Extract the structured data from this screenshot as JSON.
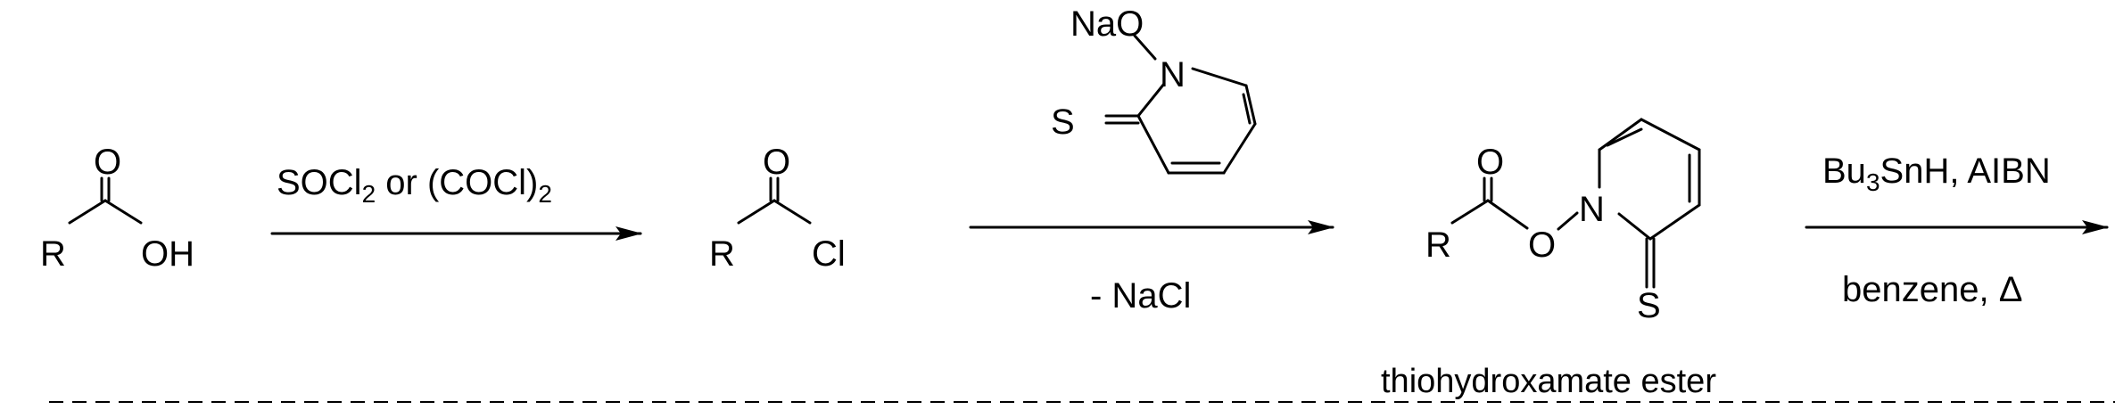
{
  "atoms": {
    "acid_O": "O",
    "acid_R": "R",
    "acid_OH": "OH",
    "acyl_O": "O",
    "acyl_R": "R",
    "acyl_Cl": "Cl",
    "salt_NaO": "NaO",
    "salt_N": "N",
    "salt_S": "S",
    "ester_O": "O",
    "ester_R": "R",
    "ester_Olink": "O",
    "ester_N": "N",
    "ester_S": "S"
  },
  "reagents": {
    "step1": {
      "a": "SOCl",
      "a_sub": "2",
      "b": " or (COCl)",
      "b_sub": "2"
    },
    "step2_below": "- NaCl",
    "step3_top": {
      "a": "Bu",
      "a_sub": "3",
      "b": "SnH, AIBN"
    },
    "step3_bottom": "benzene, Δ"
  },
  "caption": "thiohydroxamate ester"
}
